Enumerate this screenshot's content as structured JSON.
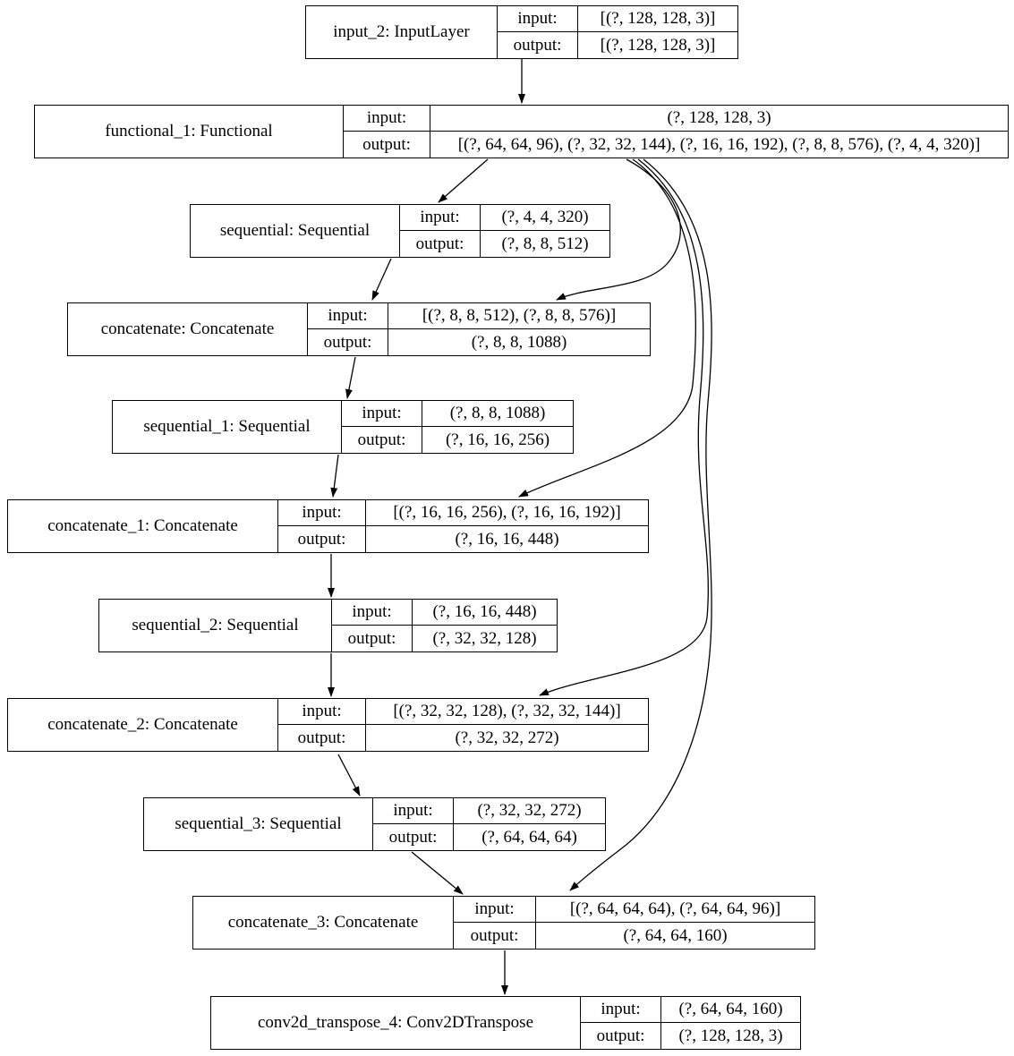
{
  "diagram": {
    "title": "Keras model architecture graph",
    "labels": {
      "input": "input:",
      "output": "output:"
    },
    "nodes": [
      {
        "id": "input_2",
        "label": "input_2: InputLayer",
        "input": "[(?, 128, 128, 3)]",
        "output": "[(?, 128, 128, 3)]"
      },
      {
        "id": "functional_1",
        "label": "functional_1: Functional",
        "input": "(?, 128, 128, 3)",
        "output": "[(?, 64, 64, 96), (?, 32, 32, 144), (?, 16, 16, 192), (?, 8, 8, 576), (?, 4, 4, 320)]"
      },
      {
        "id": "sequential",
        "label": "sequential: Sequential",
        "input": "(?, 4, 4, 320)",
        "output": "(?, 8, 8, 512)"
      },
      {
        "id": "concatenate",
        "label": "concatenate: Concatenate",
        "input": "[(?, 8, 8, 512), (?, 8, 8, 576)]",
        "output": "(?, 8, 8, 1088)"
      },
      {
        "id": "sequential_1",
        "label": "sequential_1: Sequential",
        "input": "(?, 8, 8, 1088)",
        "output": "(?, 16, 16, 256)"
      },
      {
        "id": "concatenate_1",
        "label": "concatenate_1: Concatenate",
        "input": "[(?, 16, 16, 256), (?, 16, 16, 192)]",
        "output": "(?, 16, 16, 448)"
      },
      {
        "id": "sequential_2",
        "label": "sequential_2: Sequential",
        "input": "(?, 16, 16, 448)",
        "output": "(?, 32, 32, 128)"
      },
      {
        "id": "concatenate_2",
        "label": "concatenate_2: Concatenate",
        "input": "[(?, 32, 32, 128), (?, 32, 32, 144)]",
        "output": "(?, 32, 32, 272)"
      },
      {
        "id": "sequential_3",
        "label": "sequential_3: Sequential",
        "input": "(?, 32, 32, 272)",
        "output": "(?, 64, 64, 64)"
      },
      {
        "id": "concatenate_3",
        "label": "concatenate_3: Concatenate",
        "input": "[(?, 64, 64, 64), (?, 64, 64, 96)]",
        "output": "(?, 64, 64, 160)"
      },
      {
        "id": "conv2d_transpose_4",
        "label": "conv2d_transpose_4: Conv2DTranspose",
        "input": "(?, 64, 64, 160)",
        "output": "(?, 128, 128, 3)"
      }
    ],
    "edges": [
      {
        "from": "input_2",
        "to": "functional_1"
      },
      {
        "from": "functional_1",
        "to": "sequential"
      },
      {
        "from": "sequential",
        "to": "concatenate"
      },
      {
        "from": "functional_1",
        "to": "concatenate"
      },
      {
        "from": "concatenate",
        "to": "sequential_1"
      },
      {
        "from": "sequential_1",
        "to": "concatenate_1"
      },
      {
        "from": "functional_1",
        "to": "concatenate_1"
      },
      {
        "from": "concatenate_1",
        "to": "sequential_2"
      },
      {
        "from": "sequential_2",
        "to": "concatenate_2"
      },
      {
        "from": "functional_1",
        "to": "concatenate_2"
      },
      {
        "from": "concatenate_2",
        "to": "sequential_3"
      },
      {
        "from": "sequential_3",
        "to": "concatenate_3"
      },
      {
        "from": "functional_1",
        "to": "concatenate_3"
      },
      {
        "from": "concatenate_3",
        "to": "conv2d_transpose_4"
      }
    ],
    "colors": {
      "line": "#000000",
      "background": "#ffffff"
    }
  }
}
